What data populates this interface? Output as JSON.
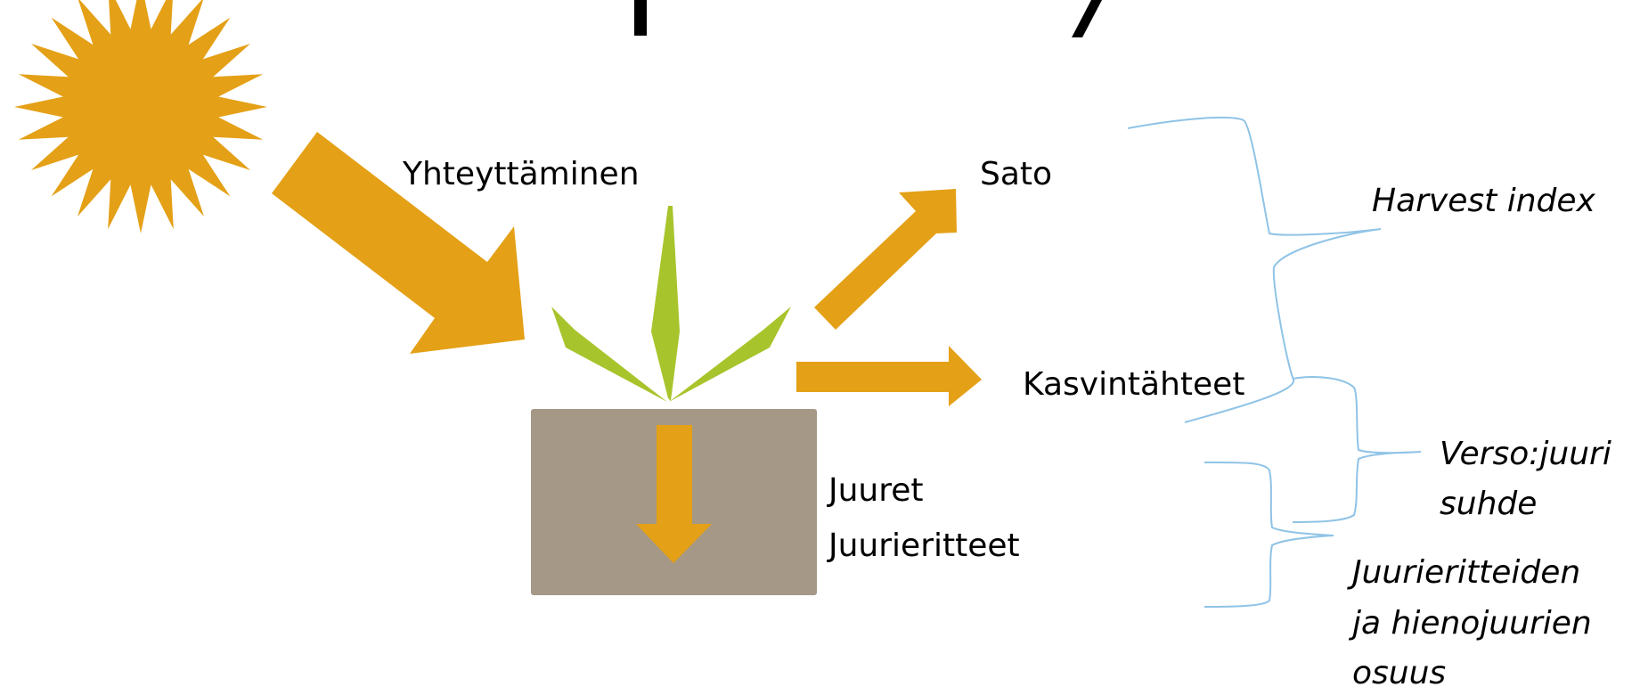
{
  "labels": {
    "photosynthesis": "Yhteyttäminen",
    "yield": "Sato",
    "crop_residues": "Kasvintähteet",
    "roots": "Juuret",
    "root_exudates": "Juurieritteet",
    "harvest_index": "Harvest index",
    "shoot_root_ratio_1": "Verso:juuri",
    "shoot_root_ratio_2": "suhde",
    "exudate_share_1": "Juurieritteiden",
    "exudate_share_2": "ja hienojuurien",
    "exudate_share_3": "osuus"
  },
  "colors": {
    "sun": "#E4A016",
    "arrow": "#E4A016",
    "plant": "#A8C42C",
    "soil": "#A69886",
    "brace": "#8FC3E6",
    "text": "#000000"
  },
  "icons": {
    "sun": "sun-icon",
    "plant": "plant-icon"
  }
}
